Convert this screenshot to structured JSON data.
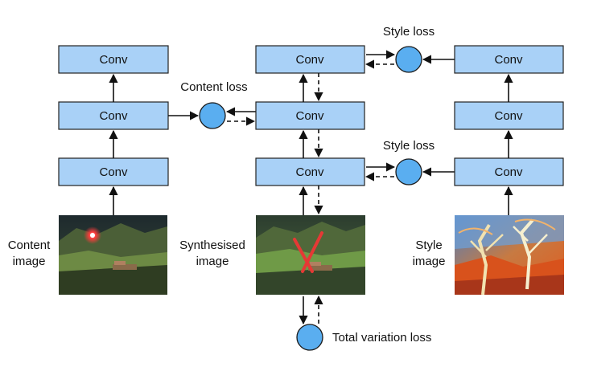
{
  "diagram": {
    "conv_label": "Conv",
    "columns": {
      "content": {
        "caption_line1": "Content",
        "caption_line2": "image"
      },
      "synth": {
        "caption_line1": "Synthesised",
        "caption_line2": "image"
      },
      "style": {
        "caption_line1": "Style",
        "caption_line2": "image"
      }
    },
    "losses": {
      "content_loss": "Content loss",
      "style_loss_top": "Style loss",
      "style_loss_mid": "Style loss",
      "total_variation_loss": "Total variation loss"
    }
  },
  "colors": {
    "box_fill": "#a9d1f7",
    "box_stroke": "#222222",
    "node_fill": "#5aaef0",
    "node_stroke": "#1a1a1a",
    "arrow": "#111111",
    "mark_red": "#e53935"
  }
}
